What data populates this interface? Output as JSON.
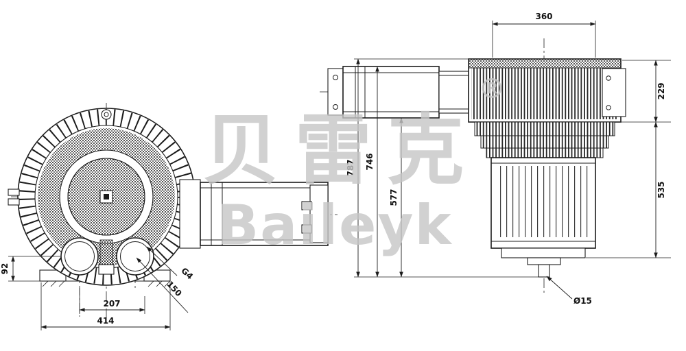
{
  "watermark": {
    "chinese": "贝雷克",
    "latin": "Baileyk",
    "registered": "®"
  },
  "front_view": {
    "dims": {
      "d92": "92",
      "d207": "207",
      "d414": "414",
      "d150": "150",
      "g4": "G4"
    }
  },
  "side_view": {
    "dims": {
      "d360": "360",
      "d229": "229",
      "d535": "535",
      "d787": "787",
      "d746": "746",
      "d577": "577",
      "d15": "Ø15"
    }
  },
  "colors": {
    "line": "#1c1c1c",
    "watermark": "#c6c6c6",
    "background": "#ffffff"
  }
}
